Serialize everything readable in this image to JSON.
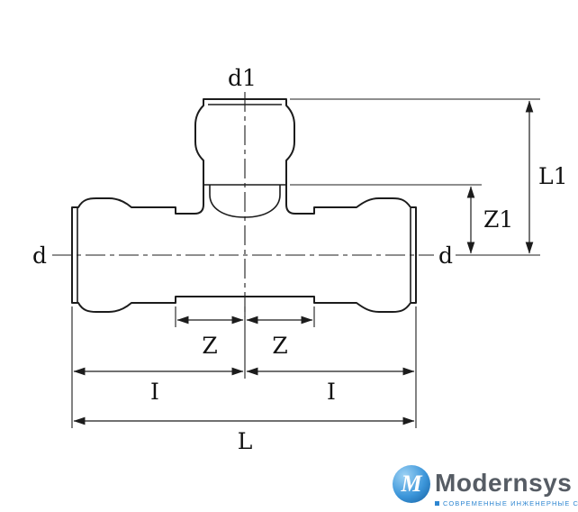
{
  "drawing": {
    "labels": {
      "d1": "d1",
      "d_left": "d",
      "d_right": "d",
      "L1": "L1",
      "Z1": "Z1",
      "Z_left": "Z",
      "Z_right": "Z",
      "I_left": "I",
      "I_right": "I",
      "L": "L"
    },
    "line_color": "#1c1c1c"
  },
  "logo": {
    "monogram": "M",
    "brand": "Modernsys",
    "tagline": "СОВРЕМЕННЫЕ ИНЖЕНЕРНЫЕ СИСТЕМЫ",
    "accent_color": "#2e86d1"
  }
}
